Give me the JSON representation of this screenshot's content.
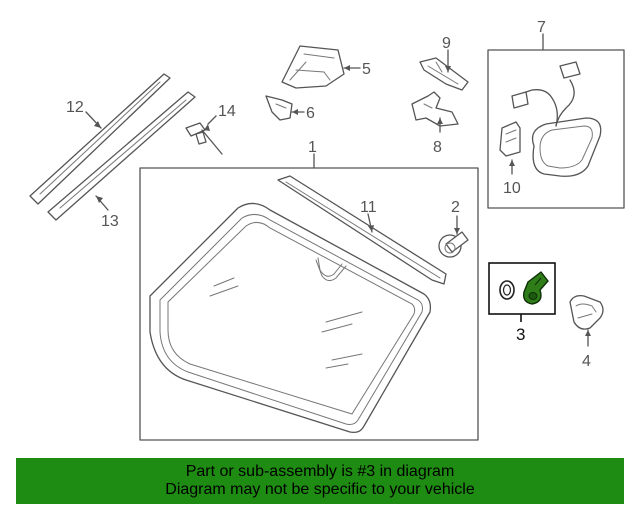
{
  "callouts": {
    "c1": "1",
    "c2": "2",
    "c3": "3",
    "c4": "4",
    "c5": "5",
    "c6": "6",
    "c7": "7",
    "c8": "8",
    "c9": "9",
    "c10": "10",
    "c11": "11",
    "c12": "12",
    "c13": "13",
    "c14": "14"
  },
  "banner": {
    "line1": "Part or sub-assembly is #3 in diagram",
    "line2": "Diagram may not be specific to your vehicle"
  },
  "colors": {
    "banner_bg": "#1e8b12",
    "highlight_part": "#2e7d18",
    "line_art": "#555555"
  }
}
